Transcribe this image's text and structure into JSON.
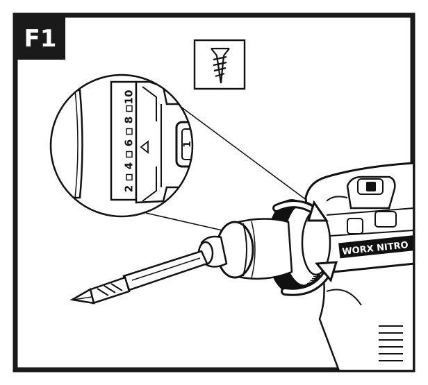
{
  "figure": {
    "label": "F1",
    "brand_text": "WORX NITRO",
    "dial": {
      "scale_labels": [
        "2",
        "4",
        "6",
        "8",
        "10"
      ],
      "gear_marker": "1"
    },
    "colors": {
      "frame": "#1a1a1a",
      "ink": "#111111",
      "paper": "#ffffff",
      "shade": "#e8e8e8"
    }
  }
}
